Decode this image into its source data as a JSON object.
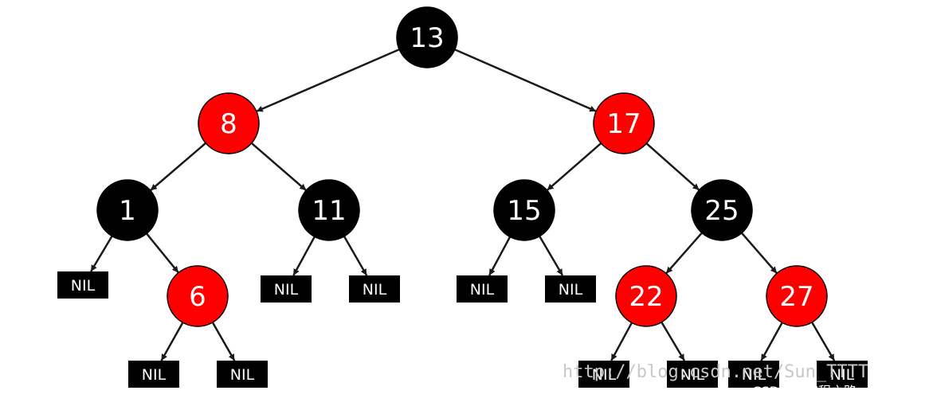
{
  "colors": {
    "red": "#ff0000",
    "black": "#000000",
    "edge": "#1a1a1a",
    "nil_box": "#000000",
    "label": "#ffffff"
  },
  "tree": {
    "nodes": [
      {
        "id": "n13",
        "label": "13",
        "color": "black"
      },
      {
        "id": "n8",
        "label": "8",
        "color": "red"
      },
      {
        "id": "n17",
        "label": "17",
        "color": "red"
      },
      {
        "id": "n1",
        "label": "1",
        "color": "black"
      },
      {
        "id": "n11",
        "label": "11",
        "color": "black"
      },
      {
        "id": "n15",
        "label": "15",
        "color": "black"
      },
      {
        "id": "n25",
        "label": "25",
        "color": "black"
      },
      {
        "id": "n6",
        "label": "6",
        "color": "red"
      },
      {
        "id": "n22",
        "label": "22",
        "color": "red"
      },
      {
        "id": "n27",
        "label": "27",
        "color": "red"
      }
    ],
    "nil_label": "NIL",
    "nil_leaves": [
      {
        "id": "nil-1-left",
        "parent": "n1"
      },
      {
        "id": "nil-6-left",
        "parent": "n6"
      },
      {
        "id": "nil-6-right",
        "parent": "n6"
      },
      {
        "id": "nil-11-left",
        "parent": "n11"
      },
      {
        "id": "nil-11-right",
        "parent": "n11"
      },
      {
        "id": "nil-15-left",
        "parent": "n15"
      },
      {
        "id": "nil-15-right",
        "parent": "n15"
      },
      {
        "id": "nil-22-left",
        "parent": "n22"
      },
      {
        "id": "nil-22-right",
        "parent": "n22"
      },
      {
        "id": "nil-27-left",
        "parent": "n27"
      },
      {
        "id": "nil-27-right",
        "parent": "n27"
      }
    ],
    "edges": [
      [
        "n13",
        "n8"
      ],
      [
        "n13",
        "n17"
      ],
      [
        "n8",
        "n1"
      ],
      [
        "n8",
        "n11"
      ],
      [
        "n17",
        "n15"
      ],
      [
        "n17",
        "n25"
      ],
      [
        "n1",
        "nil-1-left"
      ],
      [
        "n1",
        "n6"
      ],
      [
        "n11",
        "nil-11-left"
      ],
      [
        "n11",
        "nil-11-right"
      ],
      [
        "n15",
        "nil-15-left"
      ],
      [
        "n15",
        "nil-15-right"
      ],
      [
        "n25",
        "n22"
      ],
      [
        "n25",
        "n27"
      ],
      [
        "n6",
        "nil-6-left"
      ],
      [
        "n6",
        "nil-6-right"
      ],
      [
        "n22",
        "nil-22-left"
      ],
      [
        "n22",
        "nil-22-right"
      ],
      [
        "n27",
        "nil-27-left"
      ],
      [
        "n27",
        "nil-27-right"
      ]
    ]
  },
  "watermark": {
    "url_text": "http://blog.csdn.net/Sun_TTTT",
    "credit_text": "CSDN @编程之路，妙趣横生"
  }
}
